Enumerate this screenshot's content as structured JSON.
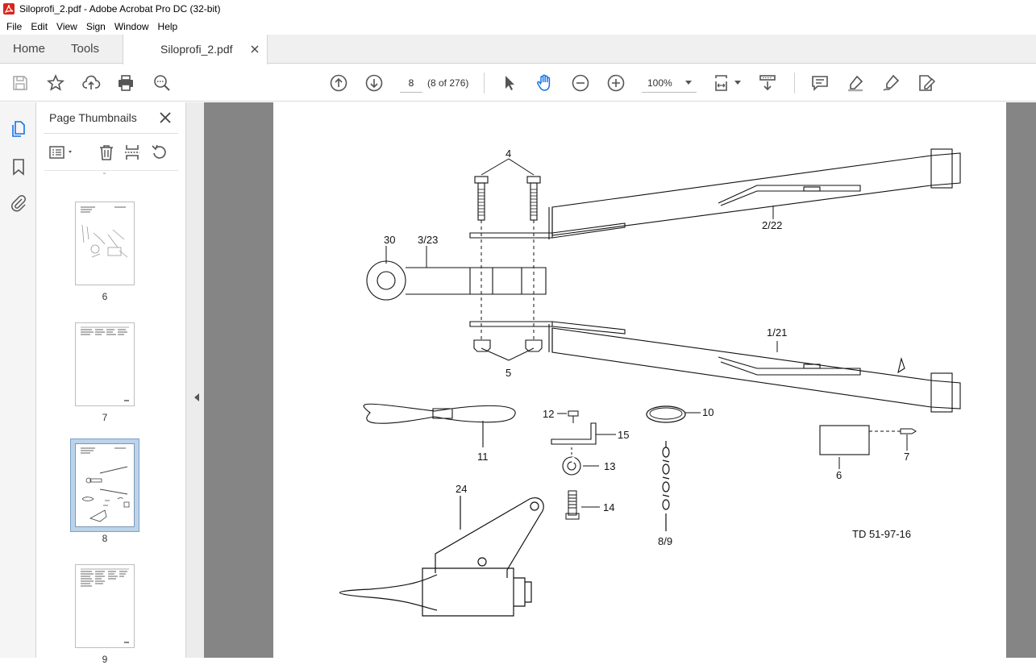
{
  "window": {
    "title": "Siloprofi_2.pdf - Adobe Acrobat Pro DC (32-bit)"
  },
  "menu": [
    "File",
    "Edit",
    "View",
    "Sign",
    "Window",
    "Help"
  ],
  "tabs": {
    "home": "Home",
    "tools": "Tools",
    "document": "Siloprofi_2.pdf"
  },
  "toolbar": {
    "current_page": "8",
    "page_count": "(8 of 276)",
    "zoom": "100%"
  },
  "thumbnails_panel": {
    "title": "Page Thumbnails",
    "pages": [
      {
        "label": "6"
      },
      {
        "label": "7"
      },
      {
        "label": "8",
        "selected": true
      },
      {
        "label": "9"
      }
    ]
  },
  "drawing": {
    "callouts": {
      "c4": "4",
      "c30": "30",
      "c323": "3/23",
      "c222": "2/22",
      "c121": "1/21",
      "c5": "5",
      "c10": "10",
      "c12": "12",
      "c15": "15",
      "c11": "11",
      "c13": "13",
      "c7": "7",
      "c6": "6",
      "c24": "24",
      "c14": "14",
      "c89": "8/9"
    },
    "drawing_number": "TD 51-97-16"
  },
  "colors": {
    "accent": "#1473e6",
    "selected_thumb": "#bcd3ea"
  }
}
